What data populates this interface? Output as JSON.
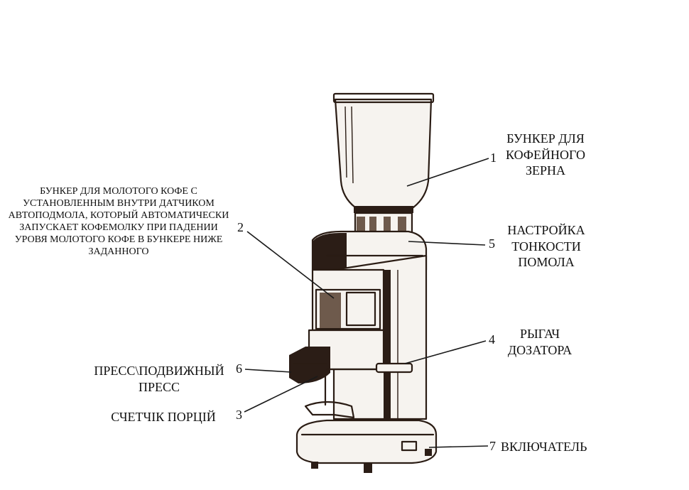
{
  "diagram": {
    "parts": [
      {
        "id": "1",
        "label_lines": [
          "БУНКЕР ДЛЯ",
          "КОФЕЙНОГО",
          "ЗЕРНА"
        ]
      },
      {
        "id": "2",
        "label_lines": [
          "БУНКЕР ДЛЯ МОЛОТОГО КОФЕ С",
          "УСТАНОВЛЕННЫМ ВНУТРИ ДАТЧИКОМ",
          "АВТОПОДМОЛА, КОТОРЫЙ АВТОМАТИЧЕСКИ",
          "ЗАПУСКАЕТ КОФЕМОЛКУ ПРИ ПАДЕНИИ",
          "УРОВЯ МОЛОТОГО КОФЕ В БУНКЕРЕ НИЖЕ",
          "ЗАДАННОГО"
        ]
      },
      {
        "id": "3",
        "label_lines": [
          "СЧЕТЧІК ПОРЦІЙ"
        ]
      },
      {
        "id": "4",
        "label_lines": [
          "РЫГАЧ",
          "ДОЗАТОРА"
        ]
      },
      {
        "id": "5",
        "label_lines": [
          "НАСТРОЙКА",
          "ТОНКОСТИ",
          "ПОМОЛА"
        ]
      },
      {
        "id": "6",
        "label_lines": [
          "ПРЕСС\\ПОДВИЖНЫЙ",
          "ПРЕСС"
        ]
      },
      {
        "id": "7",
        "label_lines": [
          "ВКЛЮЧАТЕЛЬ"
        ]
      }
    ]
  }
}
